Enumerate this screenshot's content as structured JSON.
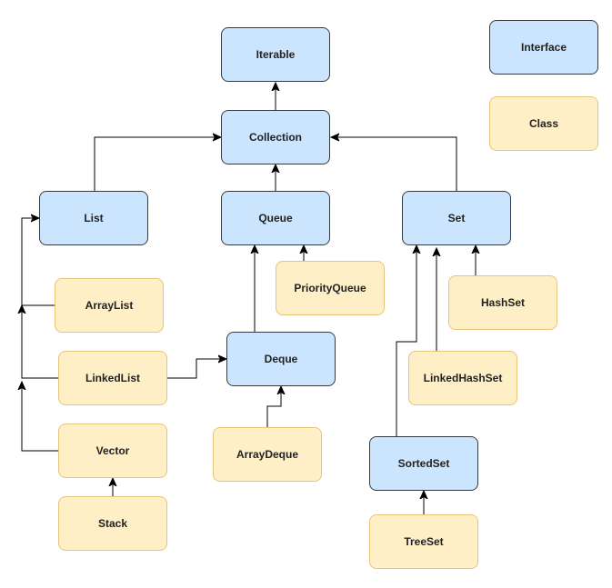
{
  "legend": {
    "interface_label": "Interface",
    "class_label": "Class"
  },
  "nodes": {
    "iterable": "Iterable",
    "collection": "Collection",
    "list": "List",
    "queue": "Queue",
    "set": "Set",
    "arraylist": "ArrayList",
    "priorityqueue": "PriorityQueue",
    "hashset": "HashSet",
    "linkedlist": "LinkedList",
    "deque": "Deque",
    "linkedhashset": "LinkedHashSet",
    "vector": "Vector",
    "arraydeque": "ArrayDeque",
    "sortedset": "SortedSet",
    "stack": "Stack",
    "treeset": "TreeSet"
  },
  "colors": {
    "interface_fill": "#cce5ff",
    "interface_stroke": "#36393d",
    "class_fill": "#ffefc7",
    "class_stroke": "#e8c37a",
    "edge": "#000000"
  },
  "edges": [
    {
      "from": "collection",
      "to": "iterable"
    },
    {
      "from": "list",
      "to": "collection"
    },
    {
      "from": "queue",
      "to": "collection"
    },
    {
      "from": "set",
      "to": "collection"
    },
    {
      "from": "arraylist",
      "to": "list"
    },
    {
      "from": "linkedlist",
      "to": "list"
    },
    {
      "from": "vector",
      "to": "list"
    },
    {
      "from": "linkedlist",
      "to": "deque"
    },
    {
      "from": "stack",
      "to": "vector"
    },
    {
      "from": "priorityqueue",
      "to": "queue"
    },
    {
      "from": "deque",
      "to": "queue"
    },
    {
      "from": "arraydeque",
      "to": "deque"
    },
    {
      "from": "hashset",
      "to": "set"
    },
    {
      "from": "linkedhashset",
      "to": "set"
    },
    {
      "from": "sortedset",
      "to": "set"
    },
    {
      "from": "treeset",
      "to": "sortedset"
    }
  ]
}
